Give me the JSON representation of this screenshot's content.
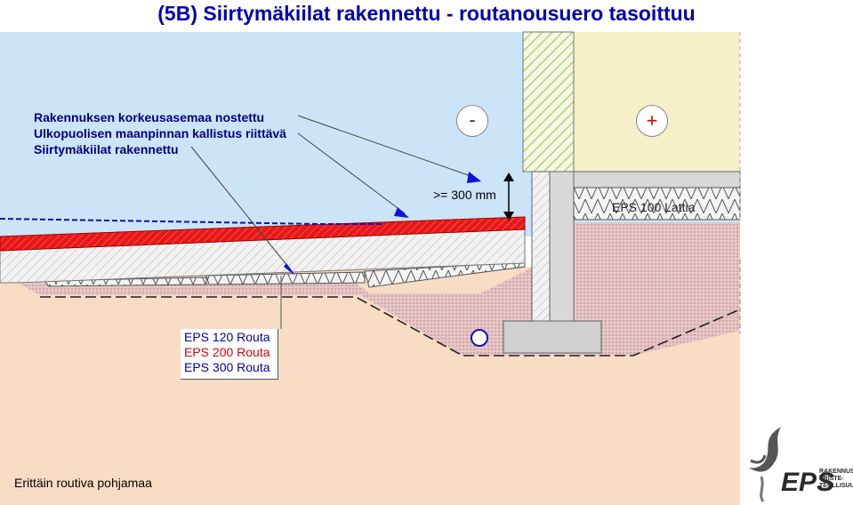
{
  "title": "(5B) Siirtymäkiilat rakennettu - routanousuero tasoittuu",
  "notes": [
    "Rakennuksen korkeusasemaa nostettu",
    "Ulkopuolisen maanpinnan kallistus riittävä",
    "Siirtymäkiilat rakennettu"
  ],
  "measure_label": ">= 300 mm",
  "minus_sign": "-",
  "plus_sign": "+",
  "floor_label": "EPS 100 Lattia",
  "legend": {
    "items": [
      {
        "text": "EPS 120 Routa",
        "color": "#0000a0"
      },
      {
        "text": "EPS 200 Routa",
        "color": "#e00000"
      },
      {
        "text": "EPS 300 Routa",
        "color": "#0000a0"
      }
    ]
  },
  "soil_label": "Erittäin routiva pohjamaa",
  "logo": {
    "mark": "EPS",
    "lines": [
      "RAKENNUS-",
      "ERISTE-",
      "TEOLLISUUS"
    ]
  },
  "colors": {
    "sky": "#cce4f8",
    "soil": "#f8dcc4",
    "fill": "#e8c8c8",
    "title": "#0000b4",
    "note": "#000080",
    "insulation_red": "#e02020",
    "wall_hatch": "#c8e0a0"
  }
}
